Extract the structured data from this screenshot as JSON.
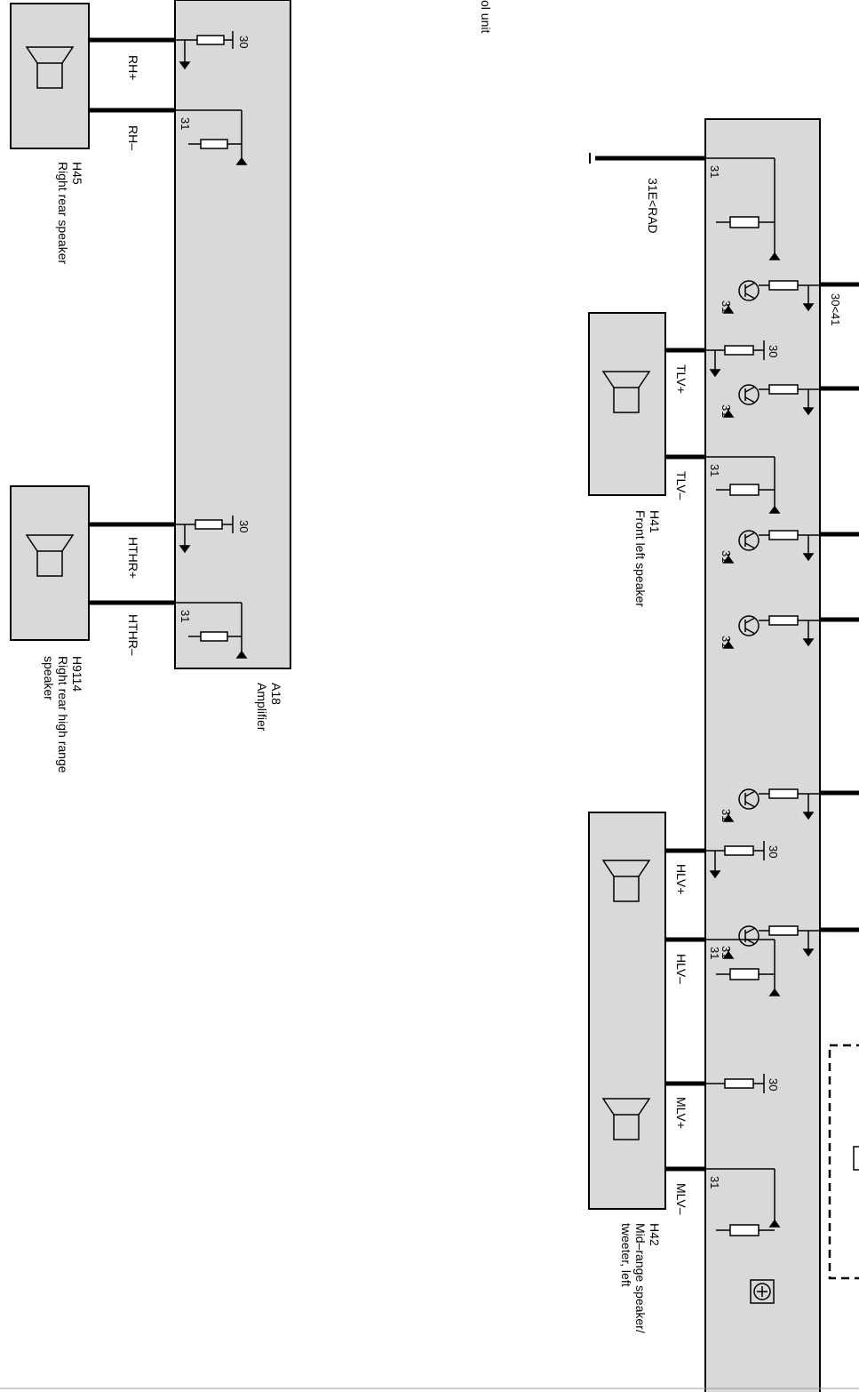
{
  "colors": {
    "module_fill": "#d9d9d9",
    "line": "#000000",
    "background": "#ffffff"
  },
  "top_clipped_text": "ol unit",
  "modules": {
    "amplifier": {
      "code": "A18",
      "name": "Amplifier"
    },
    "right_rear_speaker": {
      "code": "H45",
      "name": "Right rear speaker"
    },
    "right_rear_high": {
      "code": "H9114",
      "name_line1": "Right rear high range",
      "name_line2": "speaker"
    },
    "front_left_speaker": {
      "code": "H41",
      "name": "Front left speaker"
    },
    "mid_range_left": {
      "code": "H42",
      "name_line1": "Mid–range speaker/",
      "name_line2": "tweeter, left"
    }
  },
  "wires": {
    "rh_plus": "RH+",
    "rh_minus": "RH–",
    "hthr_plus": "HTHR+",
    "hthr_minus": "HTHR–",
    "tlv_plus": "TLV+",
    "tlv_minus": "TLV–",
    "hlv_plus": "HLV+",
    "hlv_minus": "HLV–",
    "mlv_plus": "MLV+",
    "mlv_minus": "MLV–"
  },
  "terminals": {
    "t30": "30",
    "t31": "31",
    "ground_feed": "31E<RAD",
    "supply": "30<41"
  },
  "icons": [
    "speaker-icon",
    "resistor-icon",
    "transistor-icon",
    "ground-icon",
    "amplifier-symbol-icon"
  ]
}
